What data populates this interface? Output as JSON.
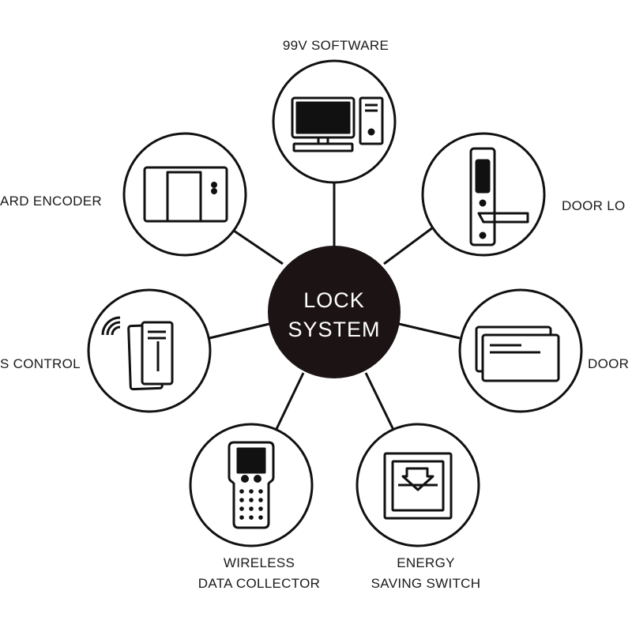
{
  "center": {
    "line1": "LOCK",
    "line2": "SYSTEM"
  },
  "nodes": [
    {
      "id": "software",
      "icon": "computer-icon",
      "label_lines": [
        "99V SOFTWARE"
      ]
    },
    {
      "id": "door-lock",
      "icon": "door-lock-icon",
      "label_lines": [
        "DOOR LO"
      ]
    },
    {
      "id": "door-card",
      "icon": "key-cards-icon",
      "label_lines": [
        "DOOR"
      ]
    },
    {
      "id": "energy-switch",
      "icon": "energy-switch-icon",
      "label_lines": [
        "ENERGY",
        "SAVING SWITCH"
      ]
    },
    {
      "id": "data-collector",
      "icon": "handheld-device-icon",
      "label_lines": [
        "WIRELESS",
        "DATA COLLECTOR"
      ]
    },
    {
      "id": "access-control",
      "icon": "access-reader-icon",
      "label_lines": [
        "S CONTROL"
      ]
    },
    {
      "id": "card-encoder",
      "icon": "card-encoder-icon",
      "label_lines": [
        "ARD ENCODER"
      ]
    }
  ],
  "colors": {
    "center_fill": "#1c1414",
    "stroke": "#111111",
    "background": "#ffffff",
    "text": "#1a1a1a"
  }
}
